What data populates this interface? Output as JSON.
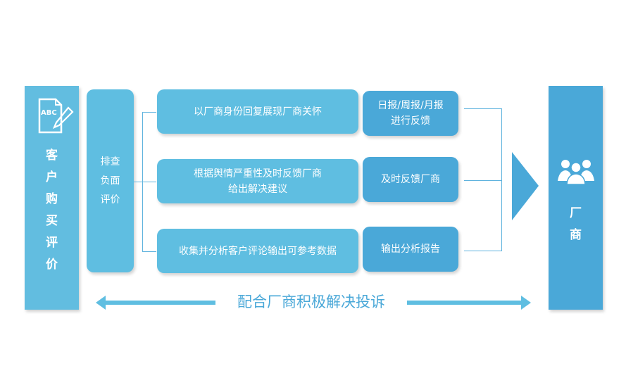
{
  "customer": {
    "chars": [
      "客",
      "户",
      "购",
      "买",
      "评",
      "价"
    ],
    "icon": "abc-document-pen-icon",
    "icon_text": "ABC"
  },
  "step1": {
    "chars": [
      "排查",
      "负面",
      "评价"
    ]
  },
  "actions": [
    {
      "label": "以厂商身份回复展现厂商关怀"
    },
    {
      "label": "根据舆情严重性及时反馈厂商\n给出解决建议"
    },
    {
      "label": "收集并分析客户评论输出可参考数据"
    }
  ],
  "outputs": [
    {
      "label": "日报/周报/月报\n进行反馈"
    },
    {
      "label": "及时反馈厂商"
    },
    {
      "label": "输出分析报告"
    }
  ],
  "vendor": {
    "chars": [
      "厂",
      "商"
    ],
    "icon": "people-group-icon"
  },
  "bottom": {
    "label": "配合厂商积极解决投诉"
  },
  "colors": {
    "light": "#62bde0",
    "dark": "#4aa8d8"
  }
}
